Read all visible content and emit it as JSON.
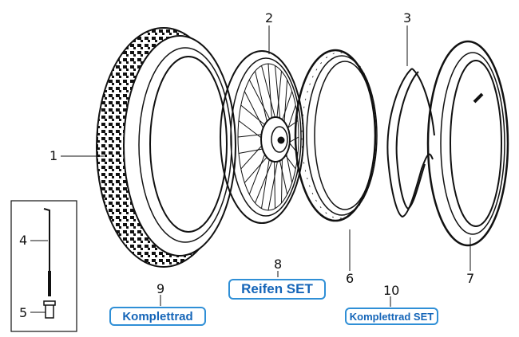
{
  "callouts": {
    "c1": "1",
    "c2": "2",
    "c3": "3",
    "c4": "4",
    "c5": "5",
    "c6": "6",
    "c7": "7",
    "c8": "8",
    "c9": "9",
    "c10": "10"
  },
  "buttons": {
    "komplettrad": "Komplettrad",
    "reifen_set": "Reifen SET",
    "komplettrad_set": "Komplettrad SET"
  },
  "colors": {
    "link_border": "#2f8fd6",
    "link_text": "#1565b8",
    "line_art": "#111111"
  },
  "icons": {
    "tyre": "knobby-tyre-icon",
    "wheel": "spoked-wheel-icon",
    "rim": "rim-icon",
    "rim_band": "rim-band-icon",
    "tube": "inner-tube-icon",
    "spoke": "spoke-icon",
    "nipple": "spoke-nipple-icon"
  }
}
